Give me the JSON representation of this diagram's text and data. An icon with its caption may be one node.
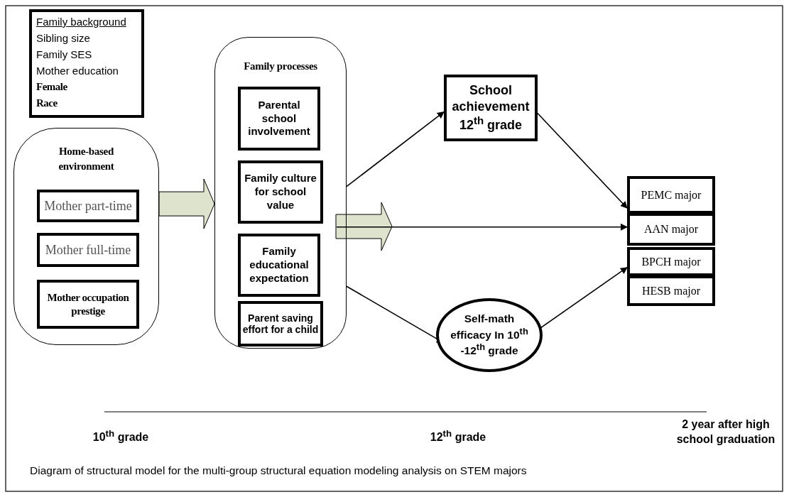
{
  "diagram": {
    "caption": "Diagram of structural model for the multi-group structural equation modeling analysis on STEM majors",
    "nodes": [
      {
        "text": [
          "Family background",
          "Sibling size",
          "Family SES",
          "Mother education",
          "Female",
          "Race"
        ]
      },
      {
        "text": [
          "Home-based environment"
        ]
      },
      {
        "text": [
          "Mother part-time"
        ],
        "in": 1
      },
      {
        "text": [
          "Mother full-time"
        ],
        "in": 1
      },
      {
        "text": [
          "Mother occupation prestige"
        ],
        "in": 1
      },
      {
        "text": [
          "Family processes"
        ]
      },
      {
        "text": [
          "Parental school involvement"
        ],
        "in": 5
      },
      {
        "text": [
          "Family culture for school value"
        ],
        "in": 5
      },
      {
        "text": [
          "Family educational expectation"
        ],
        "in": 5
      },
      {
        "text": [
          "Parent saving effort for a child"
        ],
        "in": 5
      },
      {
        "text": [
          "School achievement 12$^{th}$ grade"
        ]
      },
      {
        "text": [
          "Self-math efficacy In 10$^{th}$ -12$^{th}$ grade"
        ]
      },
      {
        "text": [
          "PEMC major"
        ]
      },
      {
        "text": [
          "AAN major"
        ]
      },
      {
        "text": [
          "BPCH major"
        ]
      },
      {
        "text": [
          "HESB major"
        ]
      }
    ],
    "edges": [
      {
        "from": 1,
        "to": 5,
        "arrow": "to",
        "style": "thick",
        "color": "#dde3cc"
      },
      {
        "from": 5,
        "to": 10,
        "arrow": "to"
      },
      {
        "from": 5,
        "to": 11,
        "arrow": "to"
      },
      {
        "from": 10,
        "to": 12,
        "arrow": "to"
      },
      {
        "from": 5,
        "to": 13,
        "arrow": "to"
      },
      {
        "from": 11,
        "to": 14,
        "arrow": "to"
      }
    ],
    "labels": [
      "10$^{th}$ grade",
      "12$^{th}$ grade",
      "2 year after high school graduation"
    ]
  }
}
